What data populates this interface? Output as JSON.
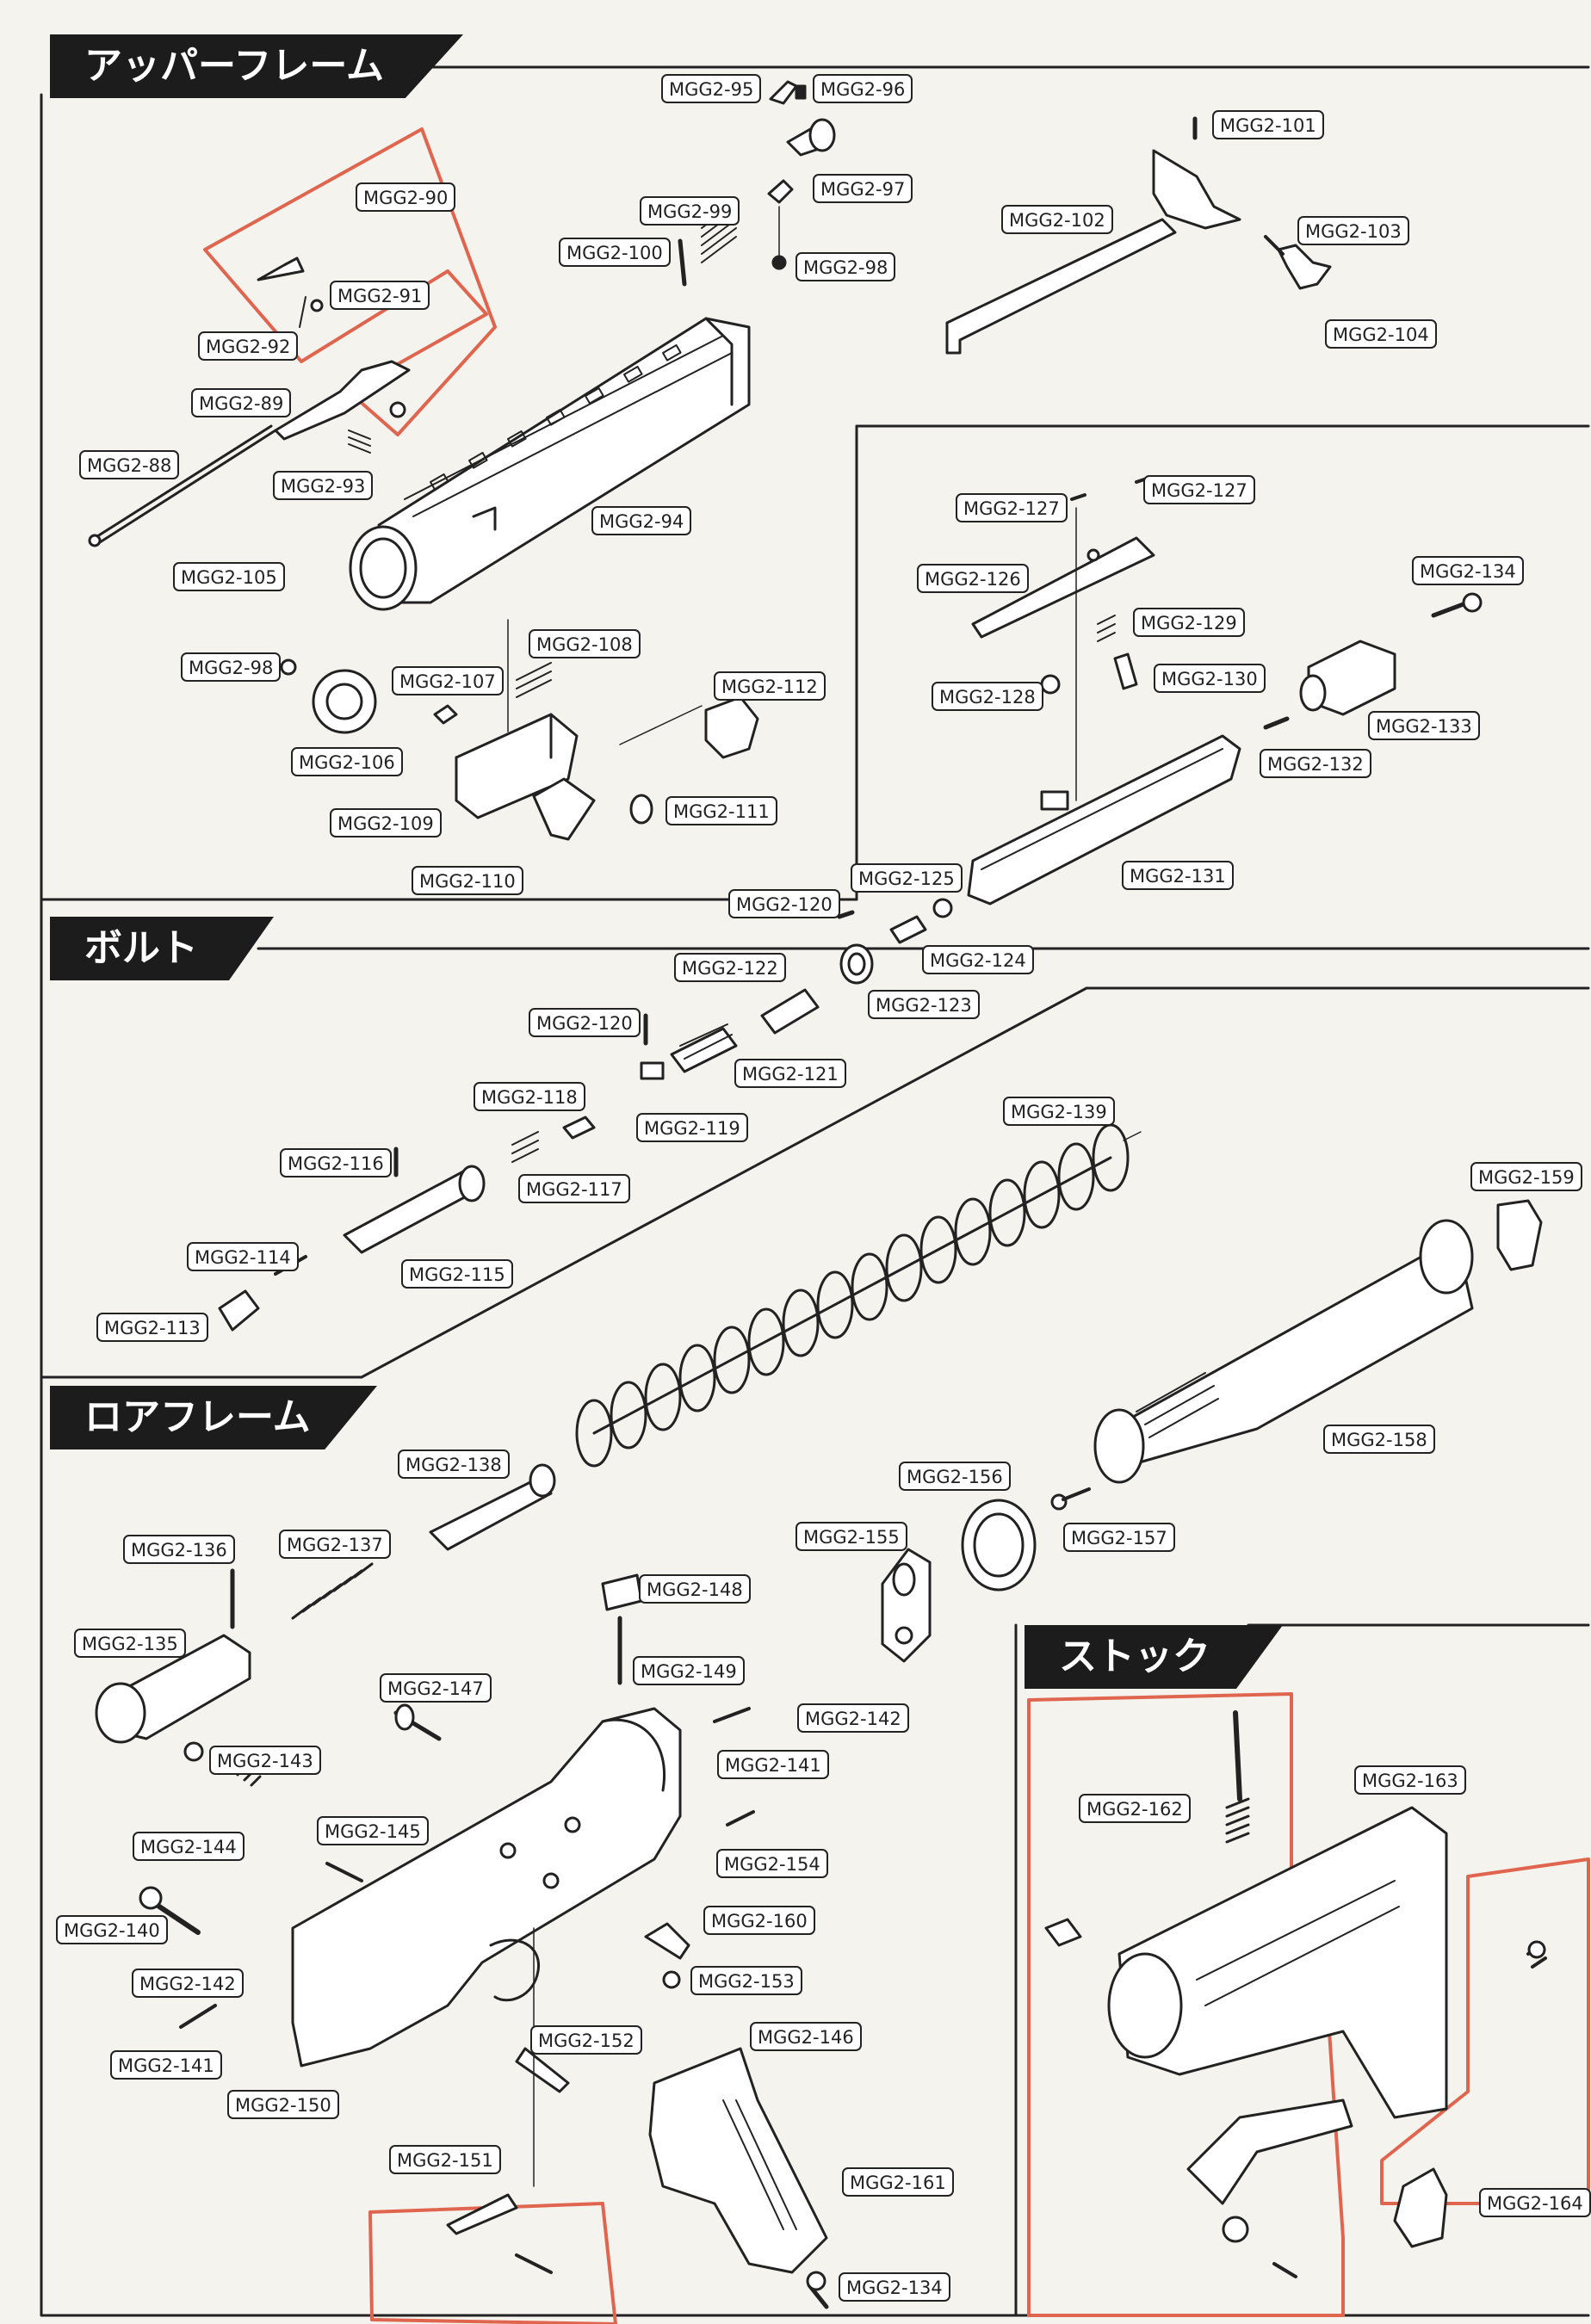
{
  "sections": {
    "upper_frame": "アッパーフレーム",
    "bolt": "ボルト",
    "lower_frame": "ロアフレーム",
    "stock": "ストック"
  },
  "labels": {
    "p88": "MGG2-88",
    "p89": "MGG2-89",
    "p90": "MGG2-90",
    "p91": "MGG2-91",
    "p92": "MGG2-92",
    "p93": "MGG2-93",
    "p94": "MGG2-94",
    "p95": "MGG2-95",
    "p96": "MGG2-96",
    "p97": "MGG2-97",
    "p98a": "MGG2-98",
    "p98b": "MGG2-98",
    "p99": "MGG2-99",
    "p100": "MGG2-100",
    "p101": "MGG2-101",
    "p102": "MGG2-102",
    "p103": "MGG2-103",
    "p104": "MGG2-104",
    "p105": "MGG2-105",
    "p106": "MGG2-106",
    "p107": "MGG2-107",
    "p108": "MGG2-108",
    "p109": "MGG2-109",
    "p110": "MGG2-110",
    "p111": "MGG2-111",
    "p112": "MGG2-112",
    "p113": "MGG2-113",
    "p114": "MGG2-114",
    "p115": "MGG2-115",
    "p116": "MGG2-116",
    "p117": "MGG2-117",
    "p118": "MGG2-118",
    "p119": "MGG2-119",
    "p120a": "MGG2-120",
    "p120b": "MGG2-120",
    "p121": "MGG2-121",
    "p122": "MGG2-122",
    "p123": "MGG2-123",
    "p124": "MGG2-124",
    "p125": "MGG2-125",
    "p126": "MGG2-126",
    "p127a": "MGG2-127",
    "p127b": "MGG2-127",
    "p128": "MGG2-128",
    "p129": "MGG2-129",
    "p130": "MGG2-130",
    "p131": "MGG2-131",
    "p132": "MGG2-132",
    "p133": "MGG2-133",
    "p134a": "MGG2-134",
    "p134b": "MGG2-134",
    "p135": "MGG2-135",
    "p136": "MGG2-136",
    "p137": "MGG2-137",
    "p138": "MGG2-138",
    "p139": "MGG2-139",
    "p140": "MGG2-140",
    "p141a": "MGG2-141",
    "p141b": "MGG2-141",
    "p142a": "MGG2-142",
    "p142b": "MGG2-142",
    "p143": "MGG2-143",
    "p144": "MGG2-144",
    "p145": "MGG2-145",
    "p146": "MGG2-146",
    "p147": "MGG2-147",
    "p148": "MGG2-148",
    "p149": "MGG2-149",
    "p150": "MGG2-150",
    "p151": "MGG2-151",
    "p152": "MGG2-152",
    "p153": "MGG2-153",
    "p154": "MGG2-154",
    "p155": "MGG2-155",
    "p156": "MGG2-156",
    "p157": "MGG2-157",
    "p158": "MGG2-158",
    "p159": "MGG2-159",
    "p160": "MGG2-160",
    "p161": "MGG2-161",
    "p162": "MGG2-162",
    "p163": "MGG2-163",
    "p164": "MGG2-164"
  },
  "colors": {
    "ink": "#222222",
    "highlight_outline": "#e0654f",
    "header_band": "#1c1c1c",
    "paper": "#f4f3ee"
  }
}
